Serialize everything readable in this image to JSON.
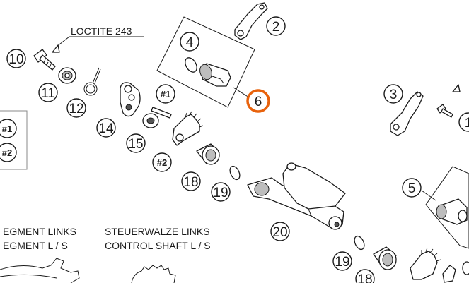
{
  "annotations": {
    "loctite": "LOCTITE 243",
    "segment_de": "EGMENT LINKS",
    "segment_en": "EGMENT L / S",
    "control_de": "STEUERWALZE LINKS",
    "control_en": "CONTROL SHAFT L / S"
  },
  "callouts": {
    "c2": "2",
    "c3": "3",
    "c4": "4",
    "c5": "5",
    "c6": "6",
    "c10": "10",
    "c11": "11",
    "c12": "12",
    "c14": "14",
    "c15": "15",
    "c18a": "18",
    "c18b": "18",
    "c19a": "19",
    "c19b": "19",
    "c20": "20",
    "c1": "1",
    "ref1a": "#1",
    "ref1b": "#1",
    "ref2a": "#2",
    "ref2b": "#2"
  },
  "colors": {
    "highlight": "#E8620C",
    "line": "#1a1a1a"
  }
}
